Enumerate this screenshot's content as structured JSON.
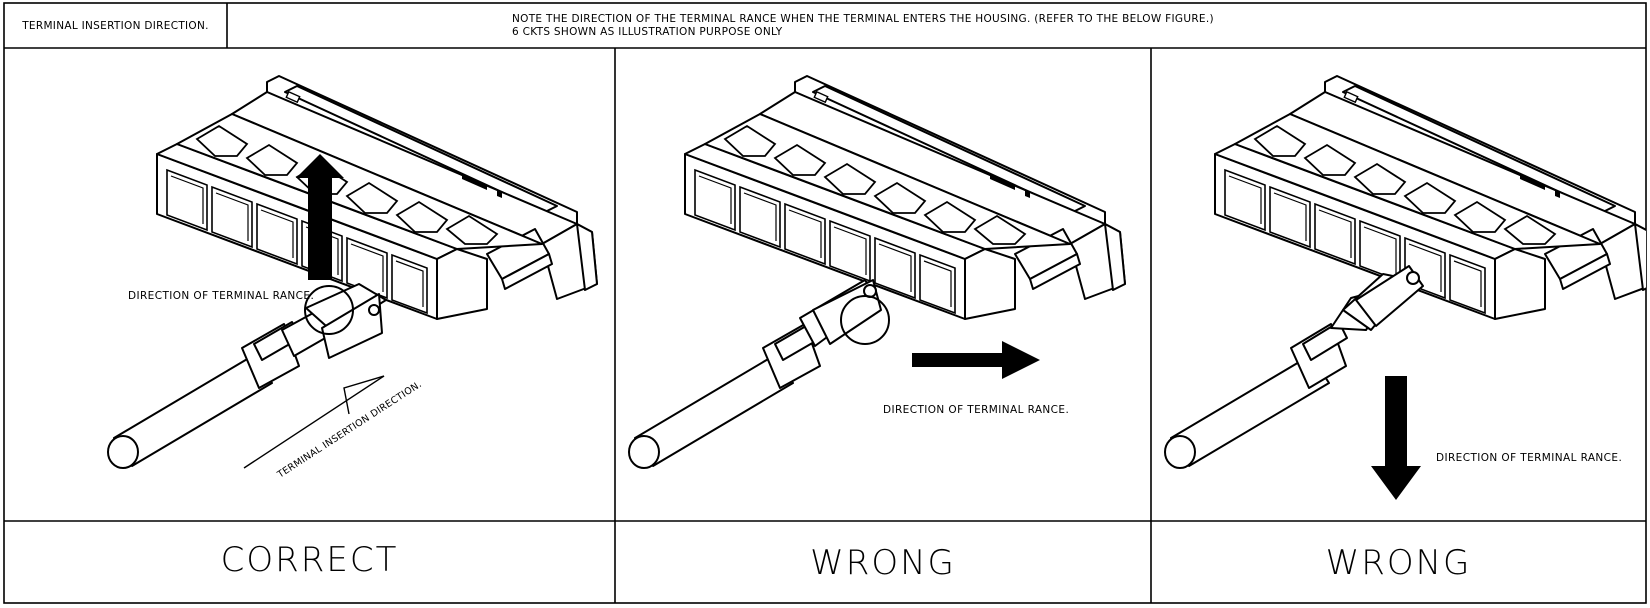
{
  "header": {
    "label": "TERMINAL INSERTION DIRECTION.",
    "note_line1": "NOTE THE DIRECTION OF THE TERMINAL RANCE WHEN THE TERMINAL ENTERS THE HOUSING. (REFER TO THE BELOW FIGURE.)",
    "note_line2": "6 CKTS SHOWN AS ILLUSTRATION PURPOSE ONLY"
  },
  "panels": [
    {
      "callout": "DIRECTION OF TERMINAL RANCE.",
      "insertion_label": "TERMINAL INSERTION DIRECTION.",
      "verdict": "CORRECT",
      "arrow": "up"
    },
    {
      "callout": "DIRECTION OF TERMINAL RANCE.",
      "verdict": "WRONG",
      "arrow": "right"
    },
    {
      "callout": "DIRECTION OF TERMINAL RANCE.",
      "verdict": "WRONG",
      "arrow": "down"
    }
  ]
}
